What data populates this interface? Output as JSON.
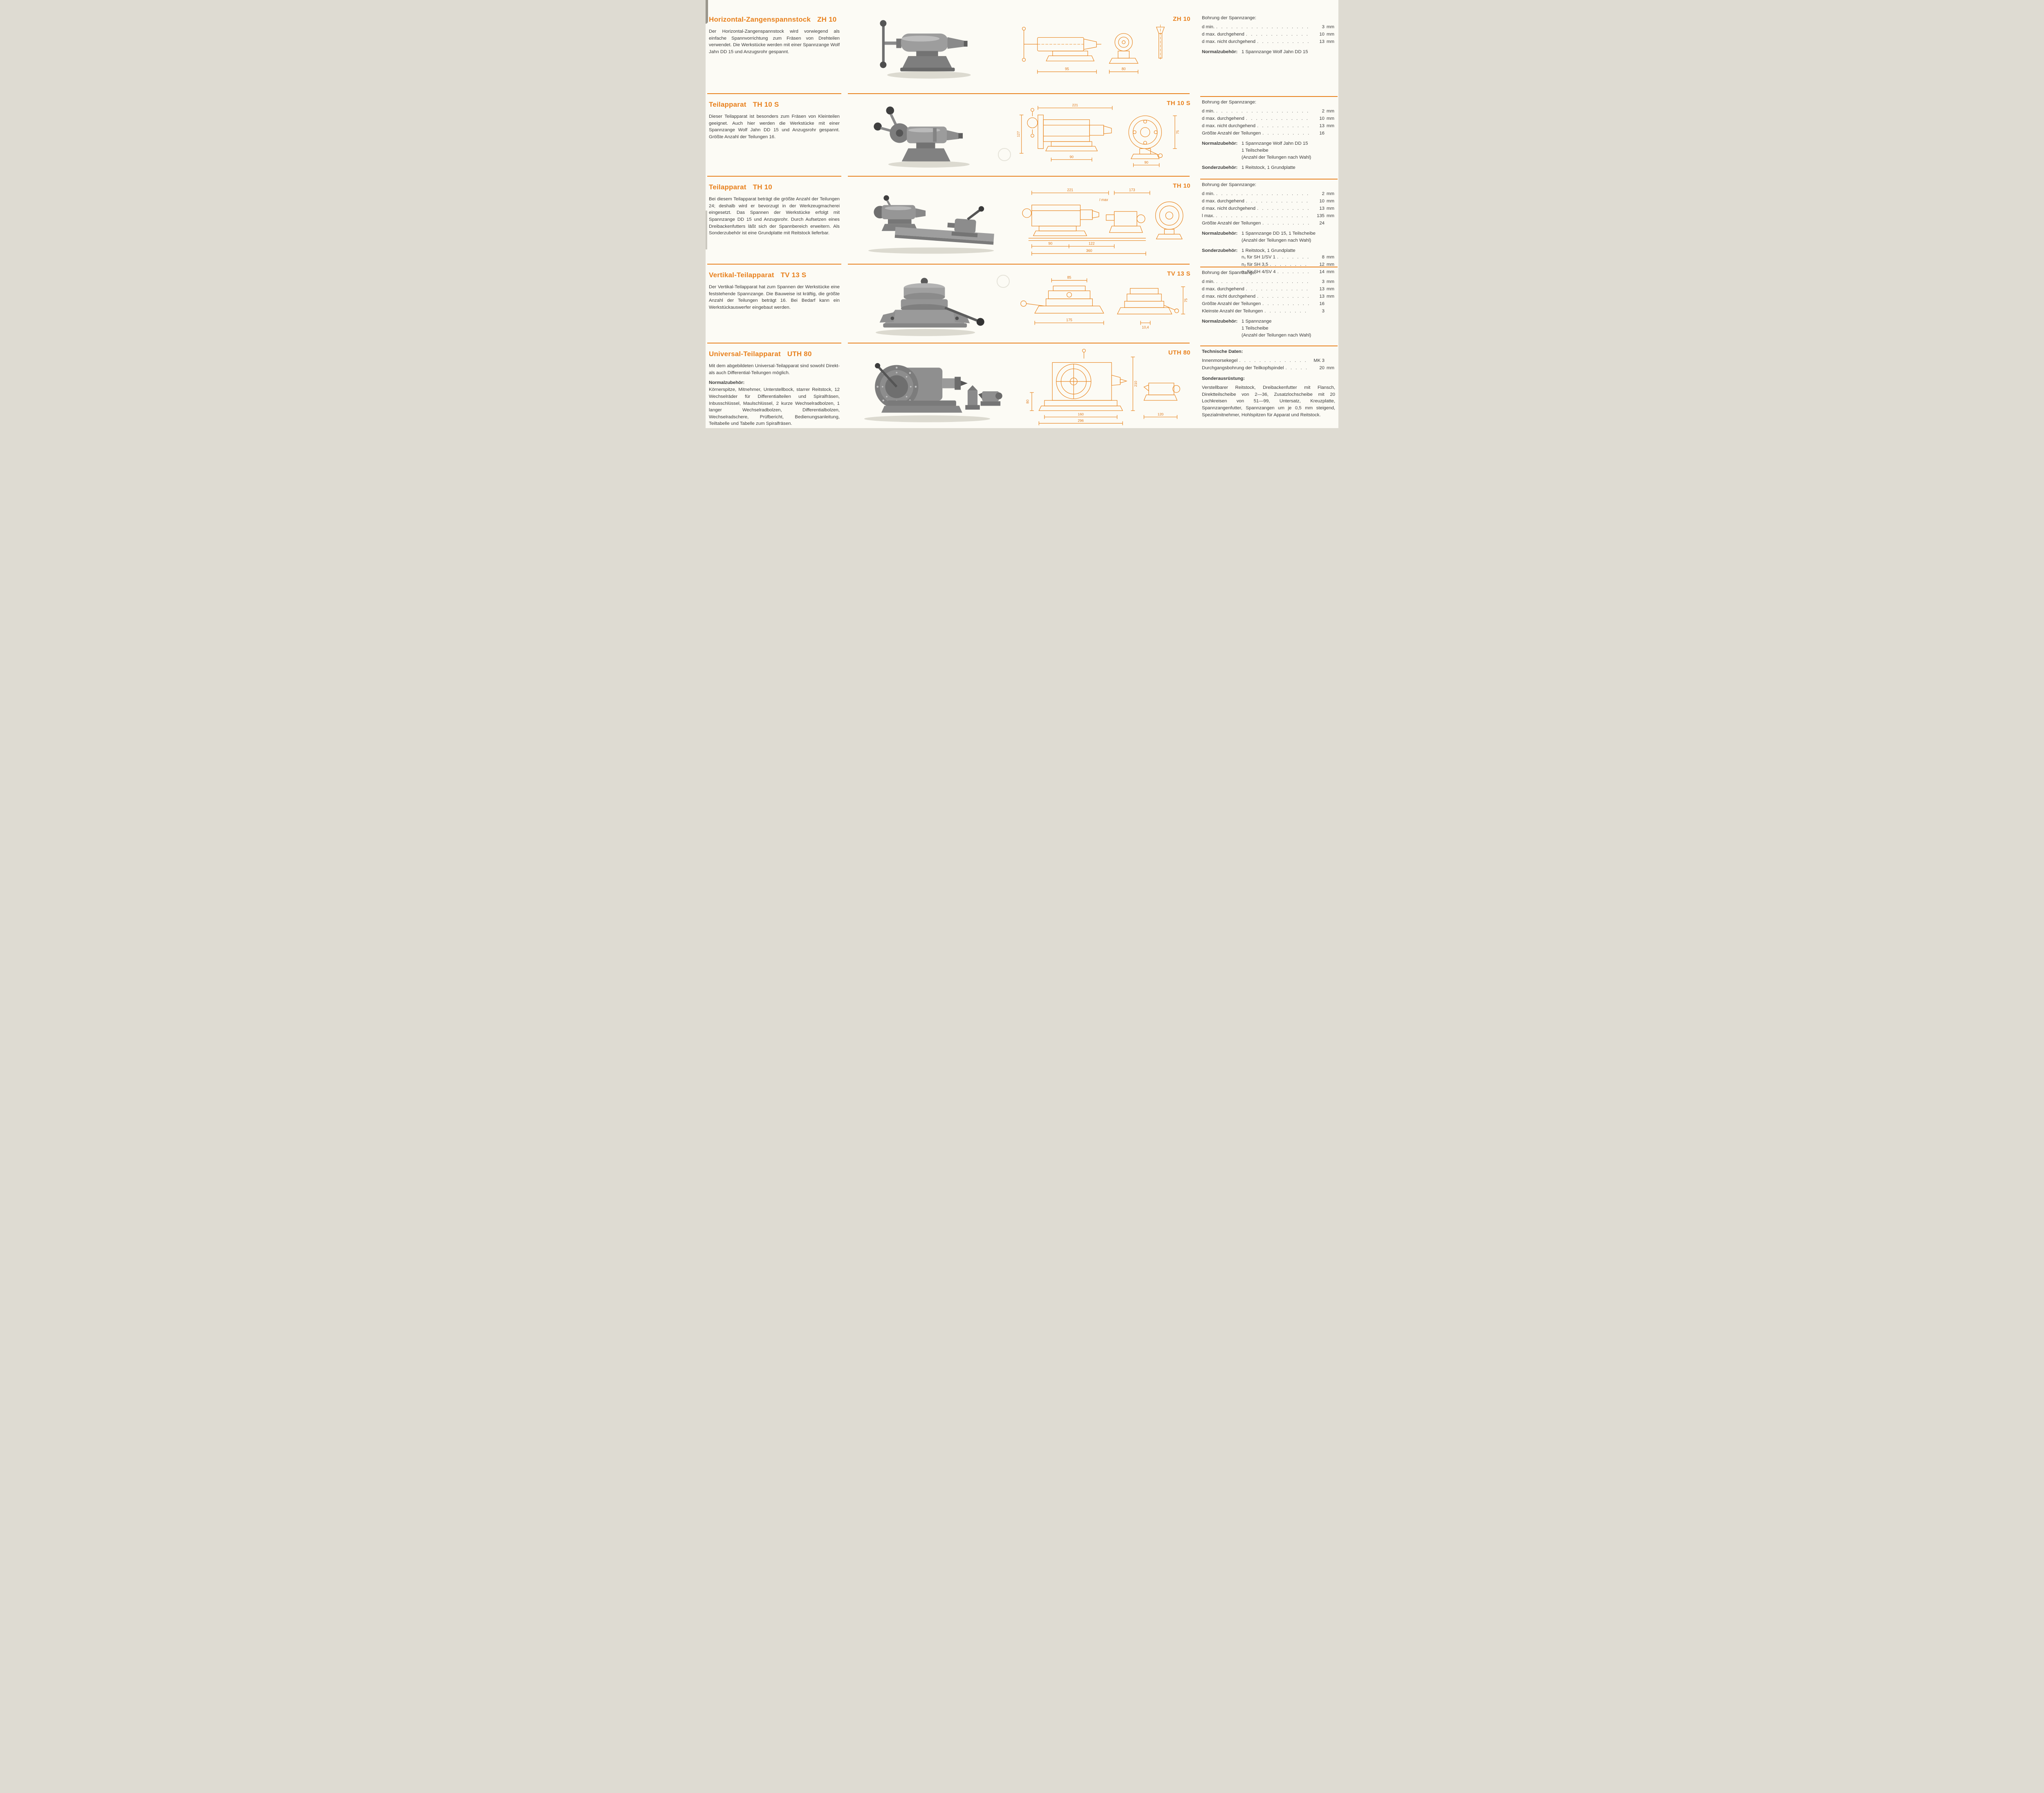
{
  "page": {
    "accent_color": "#e8801c",
    "drawing_color": "#e8851f",
    "text_color": "#3a3a3a",
    "background_color": "#fcfbf5"
  },
  "products": [
    {
      "title": "Horizontal-Zangenspannstock",
      "model": "ZH 10",
      "description": "Der Horizontal-Zangenspannstock wird vorwiegend als einfache Spannvorrichtung zum Fräsen von Drehteilen verwendet. Die Werkstücke werden mit einer Spannzange Wolf Jahn DD 15 und Anzugsrohr gespannt.",
      "drawing": {
        "label": "ZH 10",
        "dims": [
          "95",
          "80"
        ]
      },
      "specs": {
        "header": "Bohrung der Spannzange:",
        "lines": [
          {
            "label": "d min.",
            "value": "3",
            "unit": "mm"
          },
          {
            "label": "d max. durchgehend",
            "value": "10",
            "unit": "mm"
          },
          {
            "label": "d max. nicht durchgehend",
            "value": "13",
            "unit": "mm"
          }
        ],
        "notes": [
          {
            "label": "Normalzubehör:",
            "lines": [
              "1 Spannzange Wolf Jahn DD 15"
            ]
          }
        ]
      }
    },
    {
      "title": "Teilapparat",
      "model": "TH 10 S",
      "description": "Dieser Teilapparat ist besonders zum Fräsen von Kleinteilen geeignet. Auch hier werden die Werkstücke mit einer Spannzange Wolf Jahn DD 15 und Anzugsrohr gespannt. Größte Anzahl der Teilungen 16.",
      "drawing": {
        "label": "TH 10 S",
        "dims": [
          "221",
          "127",
          "90",
          "75",
          "90"
        ]
      },
      "specs": {
        "header": "Bohrung der Spannzange:",
        "lines": [
          {
            "label": "d min.",
            "value": "2",
            "unit": "mm"
          },
          {
            "label": "d max. durchgehend",
            "value": "10",
            "unit": "mm"
          },
          {
            "label": "d max. nicht durchgehend",
            "value": "13",
            "unit": "mm"
          },
          {
            "label": "Größte Anzahl der Teilungen",
            "value": "16",
            "unit": ""
          }
        ],
        "notes": [
          {
            "label": "Normalzubehör:",
            "lines": [
              "1 Spannzange Wolf Jahn DD 15",
              "1 Teilscheibe",
              "(Anzahl der Teilungen nach Wahl)"
            ]
          },
          {
            "label": "Sonderzubehör:",
            "lines": [
              "1 Reitstock, 1 Grundplatte"
            ]
          }
        ]
      }
    },
    {
      "title": "Teilapparat",
      "model": "TH 10",
      "description": "Bei diesem Teilapparat beträgt die größte Anzahl der Teilungen 24; deshalb wird er bevorzugt in der Werkzeugmacherei eingesetzt. Das Spannen der Werkstücke erfolgt mit Spannzange DD 15 und Anzugsrohr. Durch Aufsetzen eines Dreibackenfutters läßt sich der Spannbereich erweitern. Als Sonderzubehör ist eine Grundplatte mit Reitstock lieferbar.",
      "drawing": {
        "label": "TH 10",
        "dims": [
          "221",
          "173",
          "l max",
          "90",
          "122",
          "360"
        ]
      },
      "specs": {
        "header": "Bohrung der Spannzange:",
        "lines": [
          {
            "label": "d min.",
            "value": "2",
            "unit": "mm"
          },
          {
            "label": "d max. durchgehend",
            "value": "10",
            "unit": "mm"
          },
          {
            "label": "d max. nicht durchgehend",
            "value": "13",
            "unit": "mm"
          },
          {
            "label": "l max.",
            "value": "135",
            "unit": "mm"
          },
          {
            "label": "Größte Anzahl der Teilungen",
            "value": "24",
            "unit": ""
          }
        ],
        "notes": [
          {
            "label": "Normalzubehör:",
            "lines": [
              "1 Spannzange DD 15, 1 Teilscheibe",
              "(Anzahl der Teilungen nach Wahl)"
            ]
          },
          {
            "label": "Sonderzubehör:",
            "lines": [
              "1 Reitstock, 1 Grundplatte"
            ]
          }
        ],
        "sub_lines": [
          {
            "label": "n₁ für SH 1/SV 1",
            "value": "8",
            "unit": "mm"
          },
          {
            "label": "n₂ für SH 3,5",
            "value": "12",
            "unit": "mm"
          },
          {
            "label": "n₂ für SH 4/SV 4",
            "value": "14",
            "unit": "mm"
          }
        ]
      }
    },
    {
      "title": "Vertikal-Teilapparat",
      "model": "TV 13 S",
      "description": "Der Vertikal-Teilapparat hat zum Spannen der Werkstücke eine feststehende Spannzange. Die Bauweise ist kräftig, die größte Anzahl der Teilungen beträgt 16. Bei Bedarf kann ein Werkstückauswerfer eingebaut werden.",
      "drawing": {
        "label": "TV 13 S",
        "dims": [
          "85",
          "175",
          "75",
          "10,4"
        ]
      },
      "specs": {
        "header": "Bohrung der Spannzange:",
        "lines": [
          {
            "label": "d min.",
            "value": "3",
            "unit": "mm"
          },
          {
            "label": "d max. durchgehend",
            "value": "13",
            "unit": "mm"
          },
          {
            "label": "d max. nicht durchgehend",
            "value": "13",
            "unit": "mm"
          },
          {
            "label": "Größte Anzahl der Teilungen",
            "value": "16",
            "unit": ""
          },
          {
            "label": "Kleinste Anzahl der Teilungen",
            "value": "3",
            "unit": ""
          }
        ],
        "notes": [
          {
            "label": "Normalzubehör:",
            "lines": [
              "1 Spannzange",
              "1 Teilscheibe",
              "(Anzahl der Teilungen nach Wahl)"
            ]
          }
        ]
      }
    },
    {
      "title": "Universal-Teilapparat",
      "model": "UTH 80",
      "description": "Mit dem abgebildeten Universal-Teilapparat sind sowohl Direkt- als auch Differential-Teilungen möglich.",
      "accessories_label": "Normalzubehör:",
      "accessories_text": "Körnerspitze, Mitnehmer, Unterstellbock, starrer Reitstock, 12 Wechselräder für Differentialteilen und Spiralfräsen, Inbusschlüssel, Maulschlüssel, 2 kurze Wechselradbolzen, 1 langer Wechselradbolzen, Differentialbolzen, Wechselradschere, Prüfbericht, Bedienungsanleitung, Teiltabelle und Tabelle zum Spiralfräsen.",
      "drawing": {
        "label": "UTH 80",
        "dims": [
          "80",
          "210",
          "160",
          "296",
          "120"
        ]
      },
      "specs": {
        "header": "Technische Daten:",
        "lines": [
          {
            "label": "Innenmorsekegel",
            "value": "MK 3",
            "unit": ""
          },
          {
            "label": "Durchgangsbohrung der Teilkopfspindel",
            "value": "20",
            "unit": "mm"
          }
        ],
        "notes": [
          {
            "label": "Sonderausrüstung:",
            "lines": [
              "Verstellbarer Reitstock, Dreibackenfutter mit Flansch, Direktteilscheibe von 2—36, Zusatzlochscheibe mit 20 Lochkreisen von 51—99, Untersatz, Kreuzplatte, Spannzangenfutter, Spannzangen um je 0,5 mm steigend, Spezialmitnehmer, Hohlspitzen für Apparat und Reitstock."
            ]
          }
        ]
      }
    }
  ]
}
